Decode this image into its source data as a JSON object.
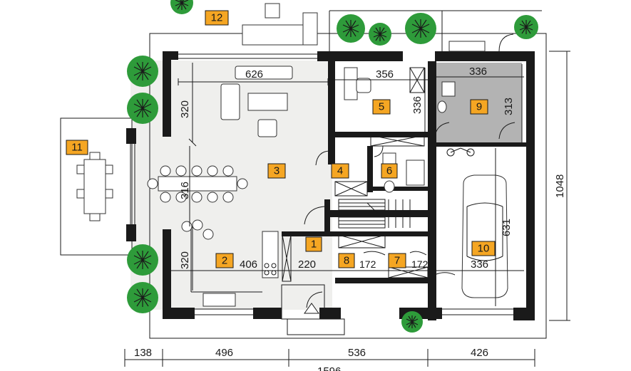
{
  "rooms": [
    {
      "id": "r1",
      "label": "1"
    },
    {
      "id": "r2",
      "label": "2"
    },
    {
      "id": "r3",
      "label": "3"
    },
    {
      "id": "r4",
      "label": "4"
    },
    {
      "id": "r5",
      "label": "5"
    },
    {
      "id": "r6",
      "label": "6"
    },
    {
      "id": "r7",
      "label": "7"
    },
    {
      "id": "r8",
      "label": "8"
    },
    {
      "id": "r9",
      "label": "9"
    },
    {
      "id": "r10",
      "label": "10"
    },
    {
      "id": "r11",
      "label": "11"
    },
    {
      "id": "r12",
      "label": "12"
    }
  ],
  "dimensions": {
    "living_width": "626",
    "living_depth": "320",
    "dining_width": "316",
    "kitchen_depth": "320",
    "kitchen_width": "406",
    "hall_width": "220",
    "room8_width": "172",
    "room7_width": "172",
    "garage_width": "336",
    "garage_depth": "631",
    "room5_width": "356",
    "room5_depth": "336",
    "room9_width": "336",
    "room9_depth": "313",
    "overall_height": "1048",
    "bottom_138": "138",
    "bottom_496": "496",
    "bottom_536": "536",
    "bottom_426": "426",
    "total_partial": "1596"
  },
  "colors": {
    "floor": "#efefed",
    "garage_room9": "#b3b3b3",
    "badge": "#f5a623",
    "tree": "#2e9b3a",
    "wall": "#1a1a1a"
  }
}
